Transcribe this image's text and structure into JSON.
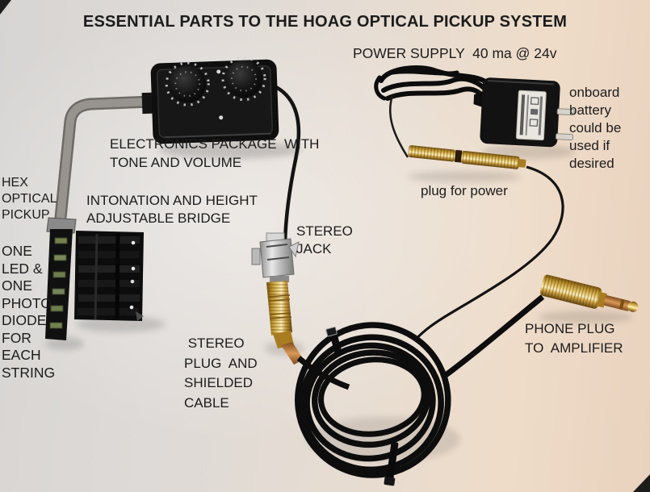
{
  "title": "ESSENTIAL PARTS TO THE HOAG OPTICAL PICKUP SYSTEM",
  "labels": {
    "power_supply": "POWER SUPPLY  40 ma @ 24v",
    "onboard_battery": "onboard\nbattery\ncould be\nused if\ndesired",
    "electronics_package": "ELECTRONICS PACKAGE  WITH\nTONE AND VOLUME",
    "hex_optical_pickup": "HEX\nOPTICAL\nPICKUP",
    "bridge": "INTONATION AND HEIGHT\nADJUSTABLE BRIDGE",
    "led_photo_diode": "ONE\nLED &\nONE\nPHOTO\nDIODE\nFOR\nEACH\nSTRING",
    "stereo_jack": "STEREO\nJACK",
    "plug_for_power": "plug for power",
    "stereo_plug": " STEREO\nPLUG  AND\nSHIELDED\nCABLE",
    "phone_plug": "PHONE PLUG\nTO  AMPLIFIER"
  },
  "colors": {
    "background_left": "#d7d5d3",
    "background_right": "#e9d2be",
    "text": "#1c1c1c",
    "black_component": "#121212",
    "gold_plug": "#e0b94e",
    "copper_shaft": "#d99a55",
    "ribbon_gray": "#918e8a",
    "metal_silver": "#d0d0d0",
    "led_window_green": "#72814f"
  }
}
